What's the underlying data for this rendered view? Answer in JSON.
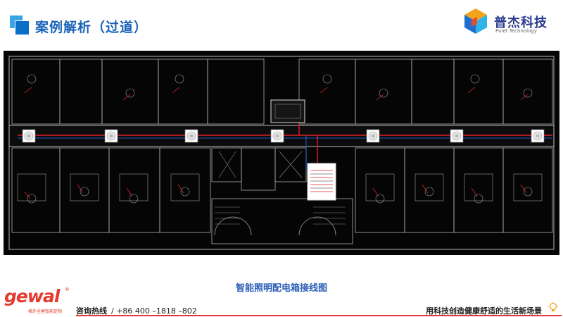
{
  "header": {
    "title": "案例解析（过道）",
    "brand_name": "普杰科技",
    "brand_sub": "Puiet Technology"
  },
  "plan": {
    "caption": "智能照明配电箱接线图",
    "colors": {
      "background": "#050505",
      "lines": "#c8c8c8",
      "wiring": "#e0202a",
      "highlight": "#2a6cff"
    },
    "fixture_icon": "ceiling-sensor-icon"
  },
  "footer": {
    "logo": "gewal",
    "logo_sub": "格外全屋智能定制",
    "hotline_label": "咨询热线",
    "hotline_number": "/ +86 400 –1818 –802",
    "slogan": "用科技创造健康舒适的生活新场景",
    "colors": {
      "accent": "#e53a2c"
    }
  }
}
